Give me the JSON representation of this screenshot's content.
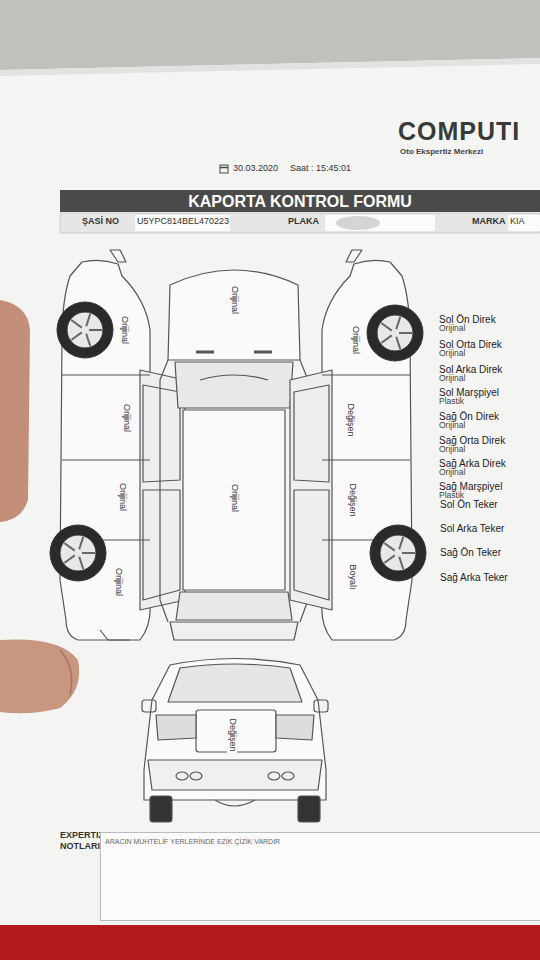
{
  "diagram": {
    "title": "KAPORTA KONTROL FORMU",
    "nodes": [
      {
        "text": [
          "EXPERTIZ NOTLARI",
          "ARACIN MUHTELİF YERLERİNDE EZİK ÇİZİK VARDIR"
        ]
      }
    ],
    "labels": [
      "COMPUTI",
      "Oto Ekspertiz Merkezi",
      "30.03.2020",
      "Saat : 15:45:01",
      "ŞASİ NO",
      "U5YPC814BEL470223",
      "PLAKA",
      "MARKA",
      "KIA",
      "Orijinal",
      "Orijinal",
      "Orijinal",
      "Orijinal",
      "Orijinal",
      "Orijinal",
      "Orijinal",
      "Değişen",
      "Değişen",
      "Boyalı",
      "Değişen",
      "Sol Ön Direk",
      "Orijinal",
      "Sol Orta Direk",
      "Orijinal",
      "Sol Arka Direk",
      "Orijinal",
      "Sol Marşpiyel",
      "Plastik",
      "Sağ Ön Direk",
      "Orijinal",
      "Sağ Orta Direk",
      "Orijinal",
      "Sağ Arka Direk",
      "Orijinal",
      "Sağ Marşpiyel",
      "Plastik",
      "Sol Ön Teker",
      "Sol Arka Teker",
      "Sağ Ön Teker",
      "Sağ Arka Teker"
    ]
  }
}
